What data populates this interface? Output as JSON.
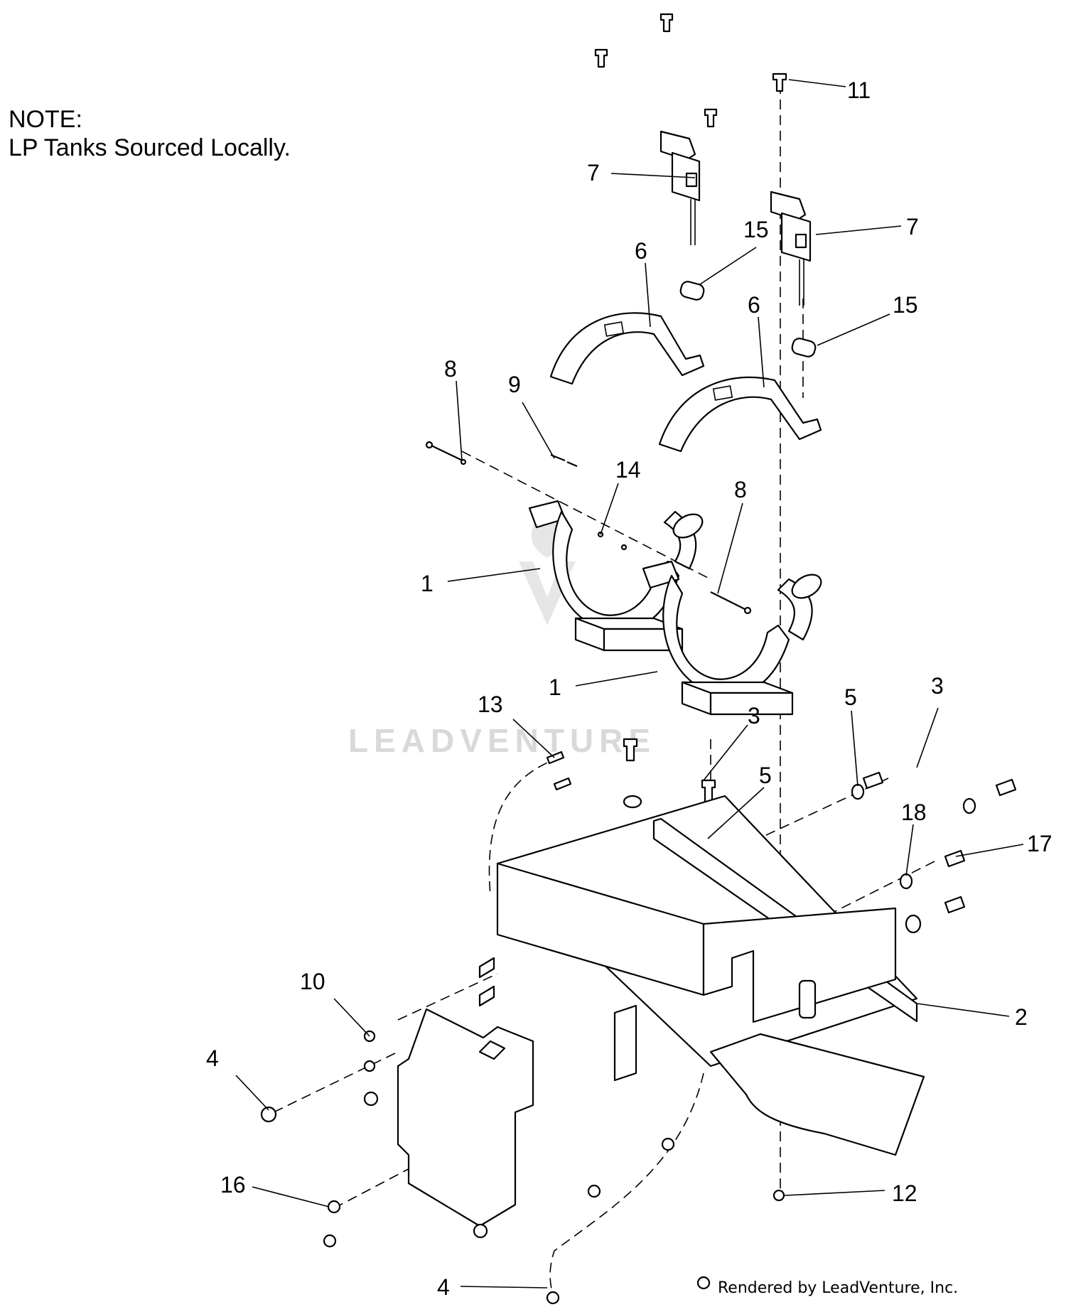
{
  "note": {
    "title": "NOTE:",
    "text": "LP Tanks Sourced Locally."
  },
  "watermark": {
    "text": "LEADVENTURE"
  },
  "credit": "Rendered by LeadVenture, Inc.",
  "callouts": {
    "c1a": "1",
    "c1b": "1",
    "c2": "2",
    "c3a": "3",
    "c3b": "3",
    "c4a": "4",
    "c4b": "4",
    "c5a": "5",
    "c5b": "5",
    "c6a": "6",
    "c6b": "6",
    "c7a": "7",
    "c7b": "7",
    "c8a": "8",
    "c8b": "8",
    "c9": "9",
    "c10": "10",
    "c11": "11",
    "c12": "12",
    "c13": "13",
    "c14": "14",
    "c15a": "15",
    "c15b": "15",
    "c16": "16",
    "c17": "17",
    "c18": "18"
  },
  "colors": {
    "line": "#000000",
    "background": "#ffffff",
    "watermark": "#d9d9d9"
  }
}
